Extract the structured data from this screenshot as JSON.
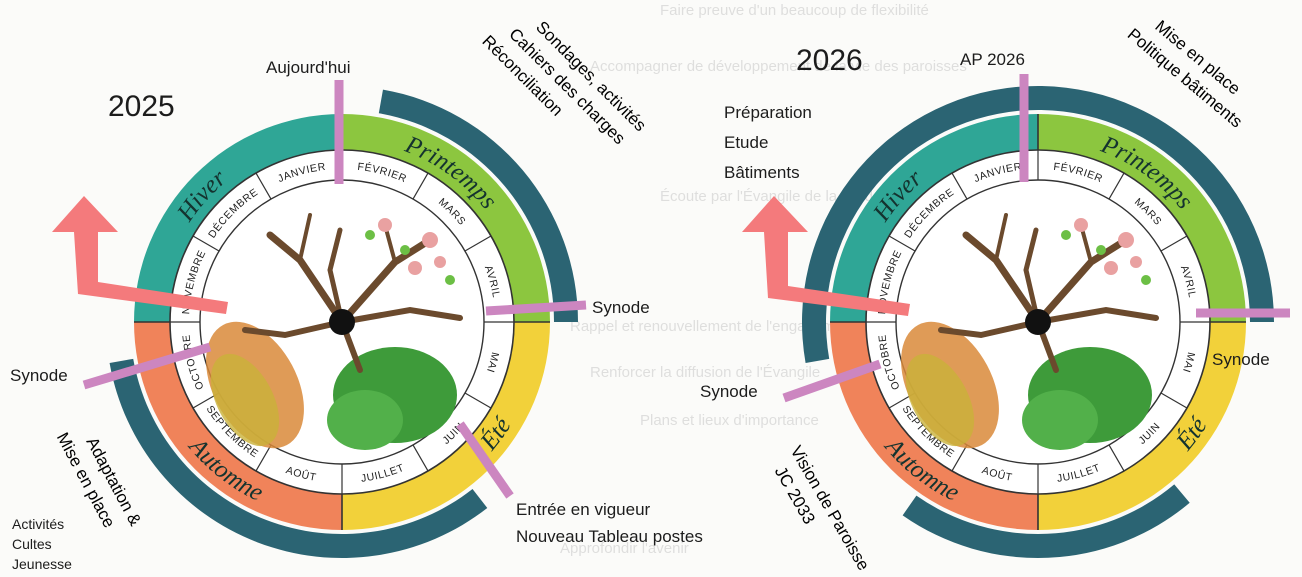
{
  "background_text": {
    "line1": "Faire preuve d'un beaucoup de flexibilité",
    "line2": "Accompagner de développement de la vie des paroisses",
    "line3": "Écoute par l'Évangile de la vie de l'Église",
    "line4": "Rappel et renouvellement de l'engagement",
    "line5": "Renforcer la diffusion de l'Évangile",
    "line6": "Plans et lieux d'importance",
    "line7": "Approfondir l'avenir"
  },
  "wheel_left": {
    "year": "2025",
    "seasons": {
      "winter": "Hiver",
      "spring": "Printemps",
      "summer": "Été",
      "autumn": "Automne"
    },
    "months": [
      "JANVIER",
      "FÉVRIER",
      "MARS",
      "AVRIL",
      "MAI",
      "JUIN",
      "JUILLET",
      "AOÛT",
      "SEPTEMBRE",
      "OCTOBRE",
      "NOVEMBRE",
      "DÉCEMBRE"
    ],
    "today_label": "Aujourd'hui",
    "synode_right": "Synode",
    "synode_left": "Synode",
    "spring_work": [
      "Sondages, activités",
      "Cahiers des charges",
      "Réconciliation"
    ],
    "effect_lines": [
      "Entrée en vigueur",
      "Nouveau Tableau postes"
    ],
    "adaptation_lines": [
      "Adaptation &",
      "Mise en place"
    ],
    "bottom_lines": [
      "Activités",
      "Cultes",
      "Jeunesse"
    ]
  },
  "wheel_right": {
    "year": "2026",
    "seasons": {
      "winter": "Hiver",
      "spring": "Printemps",
      "summer": "Été",
      "autumn": "Automne"
    },
    "months": [
      "JANVIER",
      "FÉVRIER",
      "MARS",
      "AVRIL",
      "MAI",
      "JUIN",
      "JUILLET",
      "AOÛT",
      "SEPTEMBRE",
      "OCTOBRE",
      "NOVEMBRE",
      "DÉCEMBRE"
    ],
    "ap_label": "AP 2026",
    "prep_lines": [
      "Préparation",
      "Etude",
      "Bâtiments"
    ],
    "policy_lines": [
      "Mise en place",
      "Politique bâtiments"
    ],
    "synode_right": "Synode",
    "synode_left": "Synode",
    "vision_lines": [
      "Vision de Paroisse",
      "JC 2033"
    ]
  },
  "colors": {
    "winter": "#2fa696",
    "spring": "#8cc63f",
    "summer": "#f2d13a",
    "autumn": "#f0835a",
    "outer_band": "#2b6473",
    "marker": "#cc86c0",
    "arrow": "#f47a7c",
    "branch": "#6b4a2d"
  }
}
